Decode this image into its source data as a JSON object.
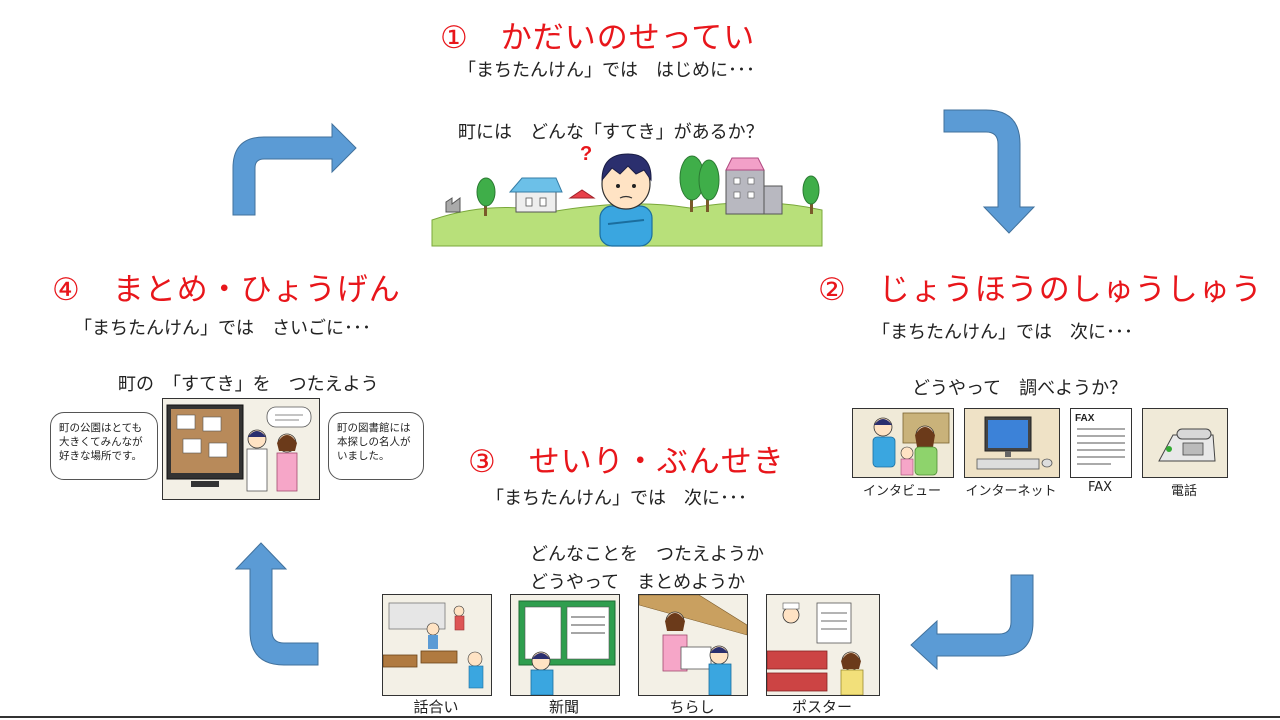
{
  "steps": {
    "s1": {
      "title": "①　かだいのせってい",
      "sub": "「まちたんけん」では　はじめに･･･",
      "question": "町には　どんな「すてき」があるか？",
      "q_mark": "?"
    },
    "s2": {
      "title": "②　じょうほうのしゅうしゅう",
      "sub": "「まちたんけん」では　次に･･･",
      "question": "どうやって　調べようか？",
      "methods": [
        "インタビュー",
        "インターネット",
        "FAX",
        "電話"
      ],
      "fax_label": "FAX"
    },
    "s3": {
      "title": "③　せいり・ぶんせき",
      "sub": "「まちたんけん」では　次に･･･",
      "question1": "どんなことを　つたえようか",
      "question2": "どうやって　まとめようか",
      "methods": [
        "話合い",
        "新聞",
        "ちらし",
        "ポスター"
      ]
    },
    "s4": {
      "title": "④　まとめ・ひょうげん",
      "sub": "「まちたんけん」では　さいごに･･･",
      "question": "町の　「すてき」を　つたえよう",
      "bubble_left": "町の公園はとても大きくてみんなが好きな場所です。",
      "bubble_right": "町の図書館には本探しの名人がいました。"
    }
  },
  "colors": {
    "heading": "#e8161b",
    "arrow": "#5b9bd5",
    "arrow_stroke": "#41719c",
    "grass": "#b8e07a"
  }
}
